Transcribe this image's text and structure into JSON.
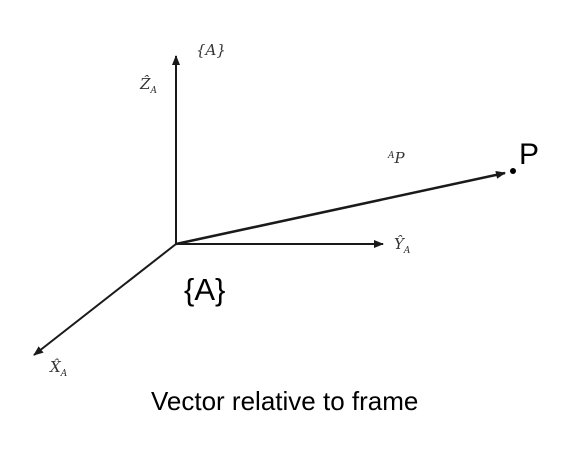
{
  "diagram": {
    "frame_tag": "{A}",
    "frame_bracket_label": "{A}",
    "axes": {
      "z": {
        "base": "Z",
        "sub": "A"
      },
      "y": {
        "base": "Y",
        "sub": "A"
      },
      "x": {
        "base": "X",
        "sub": "A"
      }
    },
    "vector_label": {
      "sup": "A",
      "base": "P"
    },
    "point_label": "P",
    "caption": "Vector relative to frame"
  },
  "colors": {
    "line": "#1a1a1a",
    "text": "#000000",
    "label": "#333333",
    "background": "#ffffff"
  }
}
